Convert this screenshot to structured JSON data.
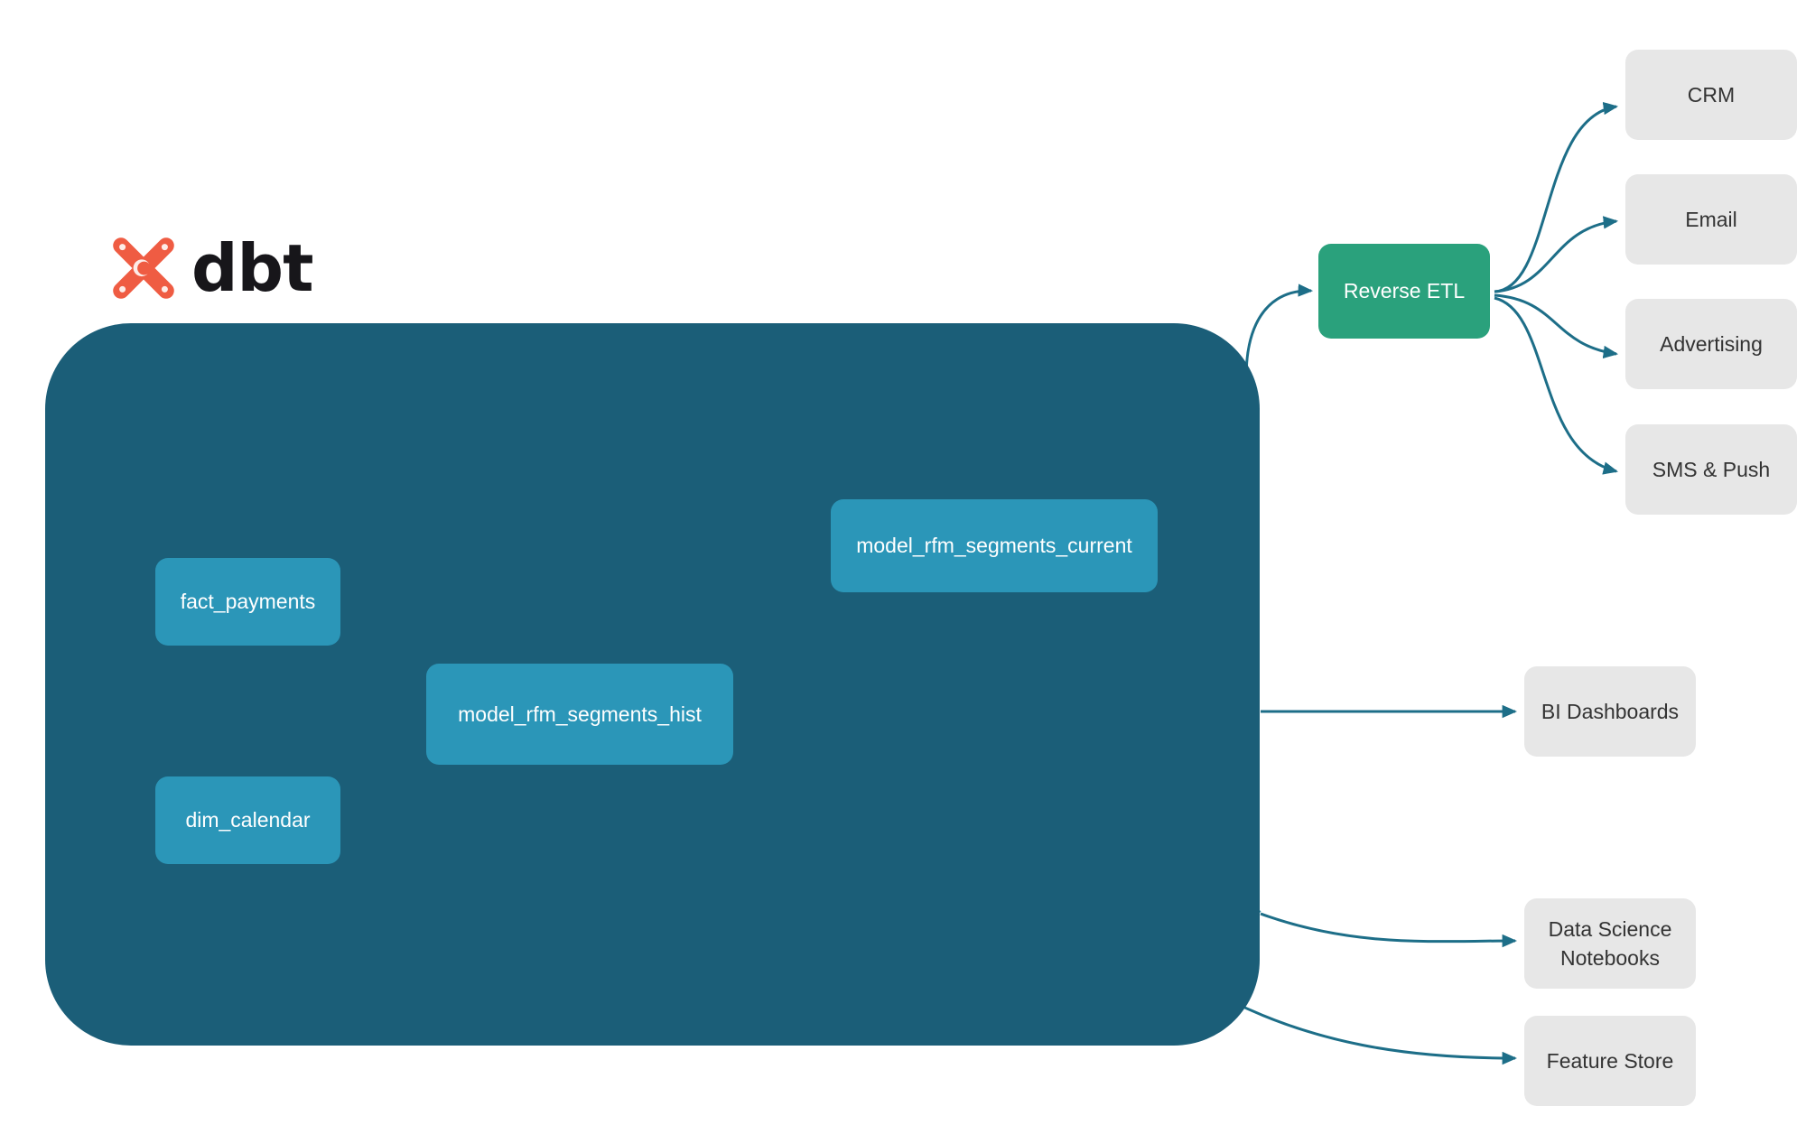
{
  "branding": {
    "logo_icon": "dbt-logo-icon",
    "wordmark": "dbt",
    "logo_color": "#ef5c43"
  },
  "colors": {
    "warehouse_background": "#1b5e78",
    "model_node": "#2b96b8",
    "reverse_etl_node": "#2aa17c",
    "destination_node": "#e7e7e7",
    "internal_edge": "#2f8fa8",
    "external_edge": "#1d6e88",
    "canvas": "#ffffff"
  },
  "warehouse": {
    "name": "dbt-warehouse-container",
    "models": [
      {
        "id": "fact_payments",
        "label": "fact_payments"
      },
      {
        "id": "dim_calendar",
        "label": "dim_calendar"
      },
      {
        "id": "model_rfm_segments_hist",
        "label": "model_rfm_segments_hist"
      },
      {
        "id": "model_rfm_segments_current",
        "label": "model_rfm_segments_current"
      }
    ]
  },
  "activation": {
    "reverse_etl": {
      "id": "reverse_etl",
      "label": "Reverse ETL"
    },
    "channels": [
      {
        "id": "crm",
        "label": "CRM"
      },
      {
        "id": "email",
        "label": "Email"
      },
      {
        "id": "advertising",
        "label": "Advertising"
      },
      {
        "id": "sms_push",
        "label": "SMS & Push"
      }
    ]
  },
  "consumers": [
    {
      "id": "bi_dashboards",
      "label": "BI Dashboards"
    },
    {
      "id": "data_science_notebooks",
      "label_line1": "Data Science",
      "label_line2": "Notebooks"
    },
    {
      "id": "feature_store",
      "label": "Feature Store"
    }
  ],
  "edges": [
    {
      "from": "fact_payments",
      "to": "model_rfm_segments_hist",
      "style": "internal"
    },
    {
      "from": "dim_calendar",
      "to": "model_rfm_segments_hist",
      "style": "internal"
    },
    {
      "from": "model_rfm_segments_hist",
      "to": "model_rfm_segments_current",
      "style": "internal"
    },
    {
      "from": "model_rfm_segments_current",
      "to": "reverse_etl",
      "style": "external"
    },
    {
      "from": "model_rfm_segments_hist",
      "to": "bi_dashboards",
      "style": "external"
    },
    {
      "from": "model_rfm_segments_hist",
      "to": "data_science_notebooks",
      "style": "external"
    },
    {
      "from": "model_rfm_segments_hist",
      "to": "feature_store",
      "style": "external"
    },
    {
      "from": "reverse_etl",
      "to": "crm",
      "style": "external"
    },
    {
      "from": "reverse_etl",
      "to": "email",
      "style": "external"
    },
    {
      "from": "reverse_etl",
      "to": "advertising",
      "style": "external"
    },
    {
      "from": "reverse_etl",
      "to": "sms_push",
      "style": "external"
    }
  ]
}
